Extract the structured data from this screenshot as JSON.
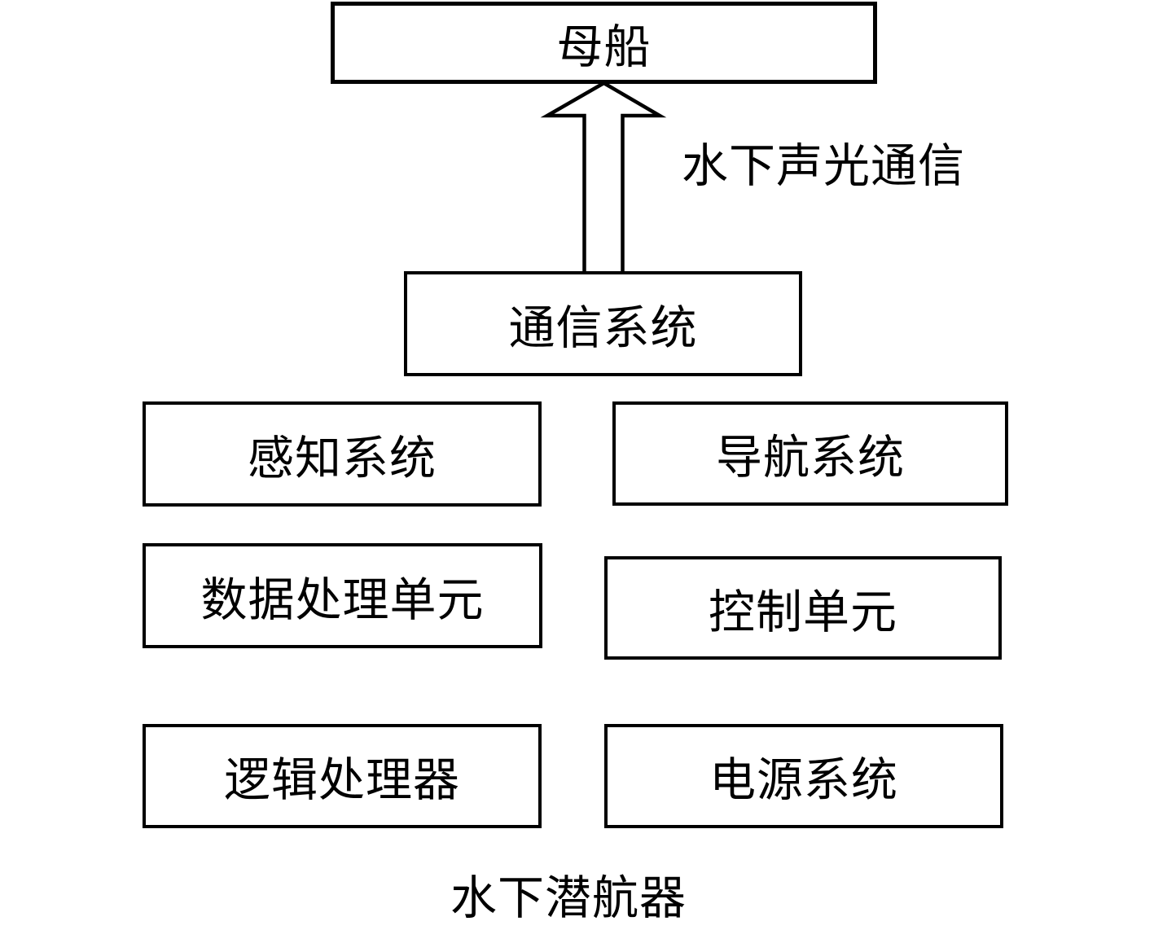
{
  "page": {
    "background_color": "#ffffff",
    "line_color": "#000000"
  },
  "diagram": {
    "caption": "水下潜航器",
    "nodes": [
      {
        "id": "mothership",
        "label": "母船"
      },
      {
        "id": "communication-system",
        "label": "通信系统"
      },
      {
        "id": "perception-system",
        "label": "感知系统"
      },
      {
        "id": "navigation-system",
        "label": "导航系统"
      },
      {
        "id": "data-processing-unit",
        "label": "数据处理单元"
      },
      {
        "id": "control-unit",
        "label": "控制单元"
      },
      {
        "id": "logic-processor",
        "label": "逻辑处理器"
      },
      {
        "id": "power-system",
        "label": "电源系统"
      }
    ],
    "connections": [
      {
        "from": "communication-system",
        "to": "mothership",
        "style": "outlined-block-arrow",
        "direction": "up",
        "label": "水下声光通信"
      }
    ]
  }
}
